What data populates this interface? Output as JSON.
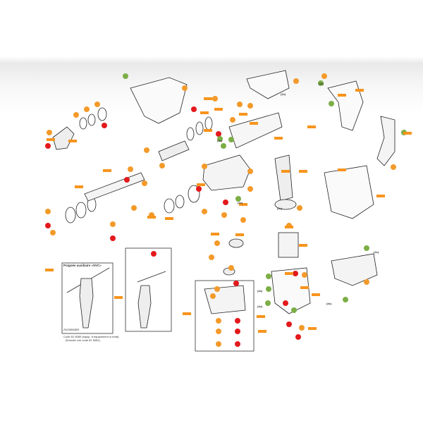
{
  "diagram": {
    "title": "Exploded parts diagram",
    "accessory_box": {
      "title": "Poignée auxiliaire «SVC»",
      "footer": "Accessoire",
      "note_line1": "Code 81 5080 (équip. à équipement à créat)",
      "note_line2": "(Ensuite voir code 81 5081)"
    },
    "multipliers": [
      "(2x)",
      "(4x)",
      "(3x)",
      "(2x)",
      "(4x)",
      "(4x)",
      "(2x)",
      "(2x)",
      "(4x)"
    ],
    "colors": {
      "orange": "#f39a2a",
      "red": "#e3191c",
      "green": "#7cae46",
      "label": "#f7941d",
      "line": "#222222"
    }
  }
}
